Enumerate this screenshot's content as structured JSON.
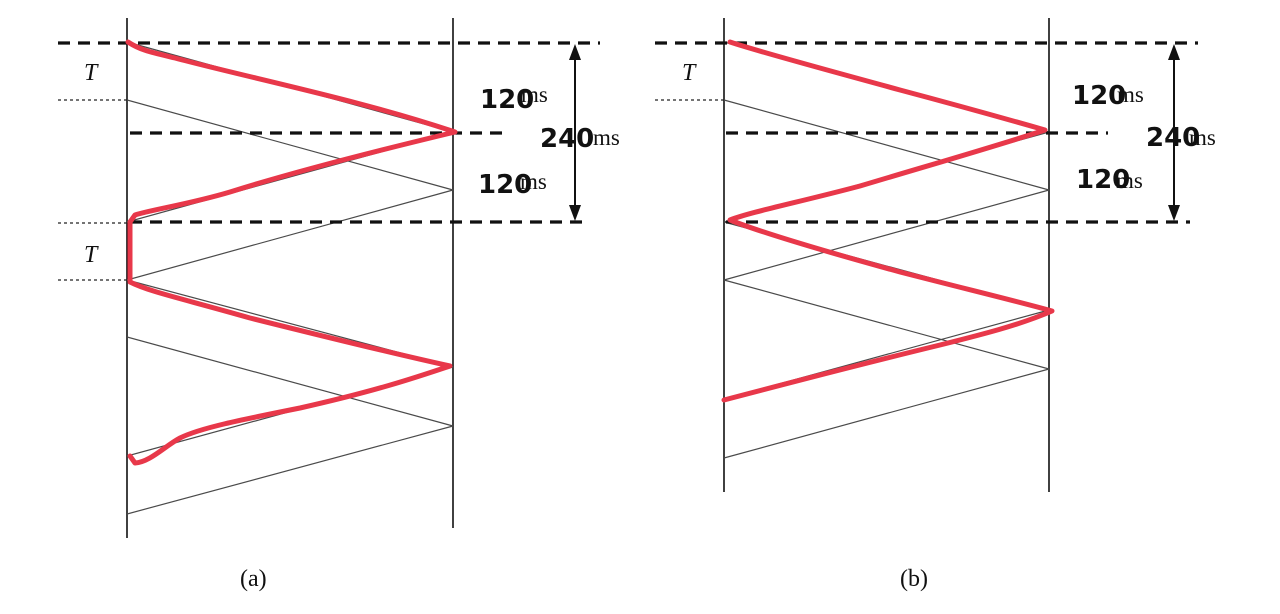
{
  "panel_a": {
    "caption": "(a)",
    "T_label_upper": "T",
    "T_label_lower": "T",
    "label_top_num": "120",
    "label_top_unit": "ms",
    "label_total_num": "240",
    "label_total_unit": "ms",
    "label_bottom_num": "120",
    "label_bottom_unit": "ms"
  },
  "panel_b": {
    "caption": "(b)",
    "T_label_upper": "T",
    "label_top_num": "120",
    "label_top_unit": "ms",
    "label_total_num": "240",
    "label_total_unit": "ms",
    "label_bottom_num": "120",
    "label_bottom_unit": "ms"
  },
  "colors": {
    "red_annotation": "#e8384a",
    "line": "#111111"
  }
}
